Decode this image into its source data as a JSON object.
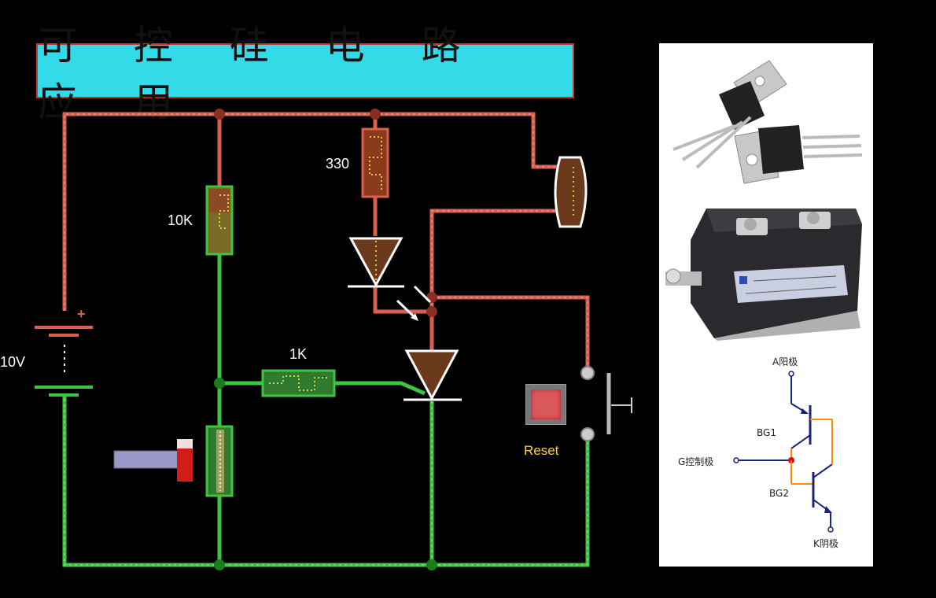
{
  "title": "可 控 硅 电 路 应 用",
  "labels": {
    "battery": "10V",
    "battery_plus": "+",
    "r_10k": "10K",
    "r_330": "330",
    "r_1k": "1K",
    "reset": "Reset"
  },
  "schematic": {
    "anode": "A阳极",
    "bg1": "BG1",
    "gate": "G控制极",
    "bg2": "BG2",
    "cathode": "K阴极"
  },
  "colors": {
    "wire_positive": "#d9604f",
    "wire_negative": "#3ec43e",
    "title_bg": "#33dbe8",
    "resistor_330": "#d9604f",
    "resistor_green": "#3ec43e",
    "led": "#6b3a1c",
    "scr": "#6b3a1c",
    "reset_button": "#d9585c",
    "reset_text": "#ffd61a"
  }
}
